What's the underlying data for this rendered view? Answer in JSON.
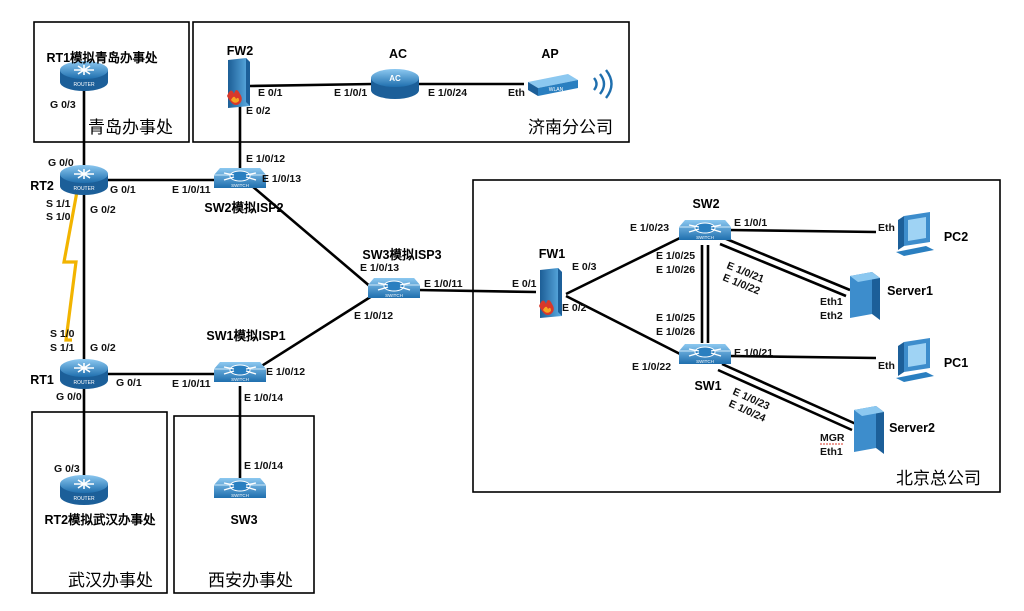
{
  "regions": {
    "qingdao": "青岛办事处",
    "jinan": "济南分公司",
    "beijing": "北京总公司",
    "wuhan": "武汉办事处",
    "xian": "西安办事处"
  },
  "devices": {
    "rt1_qd": {
      "name": "RT1模拟青岛办事处",
      "tag": "ROUTER"
    },
    "rt2": {
      "name": "RT2",
      "tag": "ROUTER"
    },
    "rt1": {
      "name": "RT1",
      "tag": "ROUTER"
    },
    "rt2_wh": {
      "name": "RT2模拟武汉办事处",
      "tag": "ROUTER"
    },
    "fw2": {
      "name": "FW2"
    },
    "ac": {
      "name": "AC",
      "tag": "AC"
    },
    "ap": {
      "name": "AP",
      "tag": "WLAN"
    },
    "sw2isp2": {
      "name": "SW2模拟ISP2",
      "tag": "SWITCH"
    },
    "sw3isp3": {
      "name": "SW3模拟ISP3",
      "tag": "SWITCH"
    },
    "sw1isp1": {
      "name": "SW1模拟ISP1",
      "tag": "SWITCH"
    },
    "sw3": {
      "name": "SW3",
      "tag": "SWITCH"
    },
    "fw1": {
      "name": "FW1"
    },
    "sw2": {
      "name": "SW2",
      "tag": "SWITCH"
    },
    "sw1": {
      "name": "SW1",
      "tag": "SWITCH"
    },
    "pc2": {
      "name": "PC2"
    },
    "pc1": {
      "name": "PC1"
    },
    "server1": {
      "name": "Server1"
    },
    "server2": {
      "name": "Server2"
    }
  },
  "ports": {
    "rt1qd_g03": "G 0/3",
    "rt2_g00": "G 0/0",
    "rt2_g01": "G 0/1",
    "rt2_s11": "S 1/1",
    "rt2_s10": "S 1/0",
    "rt2_g02": "G 0/2",
    "rt1_s10": "S 1/0",
    "rt1_s11": "S 1/1",
    "rt1_g02": "G 0/2",
    "rt1_g01": "G 0/1",
    "rt1_g00": "G 0/0",
    "rt2wh_g03": "G 0/3",
    "fw2_e01": "E 0/1",
    "fw2_e02": "E 0/2",
    "ac_e101": "E 1/0/1",
    "ac_e1024": "E 1/0/24",
    "ap_eth": "Eth",
    "isp2_e1012": "E 1/0/12",
    "isp2_e1011": "E 1/0/11",
    "isp2_e1013": "E 1/0/13",
    "isp3_e1013": "E 1/0/13",
    "isp3_e1011": "E 1/0/11",
    "isp3_e1012": "E 1/0/12",
    "isp1_e1011": "E 1/0/11",
    "isp1_e1012": "E 1/0/12",
    "isp1_e1014": "E 1/0/14",
    "sw3_e1014": "E 1/0/14",
    "fw1_e01": "E 0/1",
    "fw1_e03": "E 0/3",
    "fw1_e02": "E 0/2",
    "sw2_e1023": "E 1/0/23",
    "sw2_e101": "E 1/0/1",
    "sw2_e1025": "E 1/0/25",
    "sw2_e1026": "E 1/0/26",
    "sw2_e1021": "E 1/0/21",
    "sw2_e1022": "E 1/0/22",
    "sw1_e1025": "E 1/0/25",
    "sw1_e1026": "E 1/0/26",
    "sw1_e1022": "E 1/0/22",
    "sw1_e1021": "E 1/0/21",
    "sw1_e1023": "E 1/0/23",
    "sw1_e1024": "E 1/0/24",
    "pc2_eth": "Eth",
    "pc1_eth": "Eth",
    "server1_eth1": "Eth1",
    "server1_eth2": "Eth2",
    "server2_mgr": "MGR",
    "server2_eth1": "Eth1"
  },
  "colors": {
    "device_blue": "#2a7fc0",
    "device_light": "#6fb4e6",
    "serial_link": "#f2b400",
    "fw_red": "#d8382a"
  }
}
